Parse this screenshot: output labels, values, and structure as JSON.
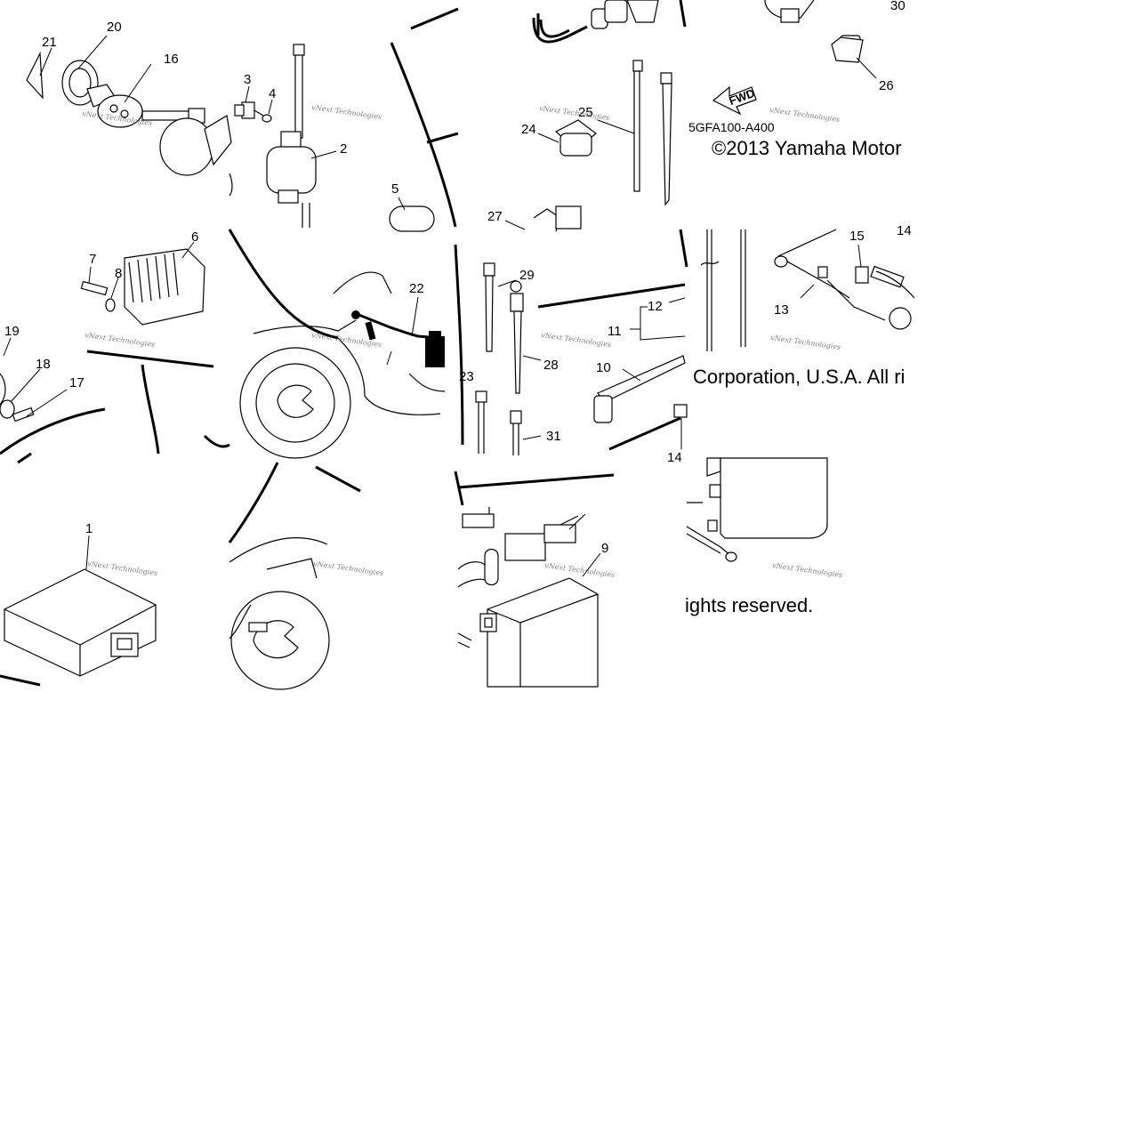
{
  "diagram": {
    "callouts": [
      "1",
      "2",
      "3",
      "4",
      "5",
      "6",
      "7",
      "8",
      "9",
      "10",
      "11",
      "12",
      "13",
      "14",
      "14",
      "15",
      "16",
      "17",
      "18",
      "19",
      "20",
      "21",
      "22",
      "23",
      "24",
      "25",
      "26",
      "27",
      "28",
      "29",
      "30",
      "31"
    ],
    "diagram_code": "5GFA100-A400",
    "fwd_label": "FWD",
    "copyright_lines": [
      "©2013 Yamaha Motor",
      "Corporation, U.S.A. All ri",
      "ights reserved."
    ],
    "watermark": "vNext Technologies"
  }
}
